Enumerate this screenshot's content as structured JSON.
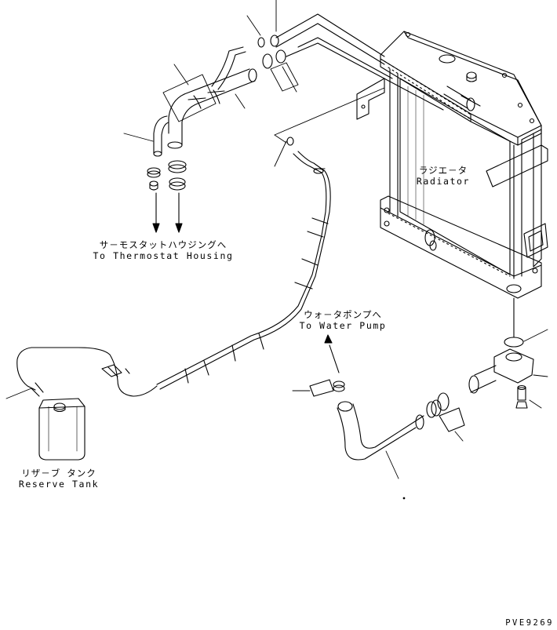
{
  "labels": {
    "radiator": {
      "jp": "ラジエ－タ",
      "en": "Radiator"
    },
    "thermostat_housing": {
      "jp": "サ－モスタットハウジングへ",
      "en": "To Thermostat Housing"
    },
    "water_pump": {
      "jp": "ウォ－タポンプへ",
      "en": "To Water Pump"
    },
    "reserve_tank": {
      "jp": "リザ－ブ タンク",
      "en": "Reserve Tank"
    }
  },
  "drawing_number": "PVE9269",
  "colors": {
    "line": "#000000",
    "background": "#ffffff"
  }
}
